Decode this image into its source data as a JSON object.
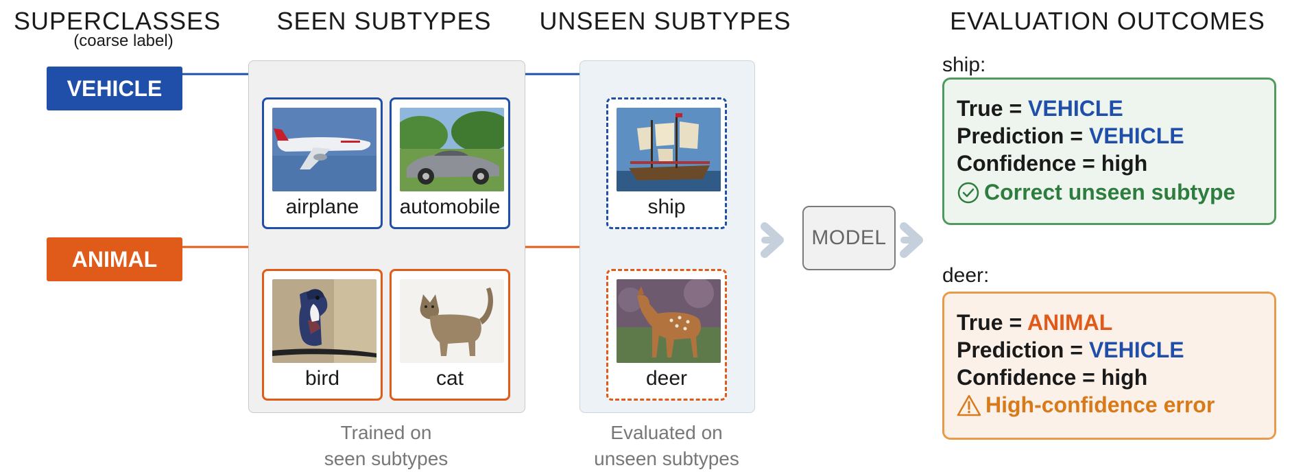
{
  "headers": {
    "superclasses": "SUPERCLASSES",
    "superclasses_sub": "(coarse label)",
    "seen": "SEEN SUBTYPES",
    "unseen": "UNSEEN SUBTYPES",
    "outcomes": "EVALUATION OUTCOMES"
  },
  "superclasses": [
    {
      "label": "VEHICLE",
      "color": "#1f4fa8"
    },
    {
      "label": "ANIMAL",
      "color": "#e05a1a"
    }
  ],
  "seen_subtypes": [
    {
      "label": "airplane",
      "image": "airplane-photo",
      "class": "VEHICLE"
    },
    {
      "label": "automobile",
      "image": "car-photo",
      "class": "VEHICLE"
    },
    {
      "label": "bird",
      "image": "bird-photo",
      "class": "ANIMAL"
    },
    {
      "label": "cat",
      "image": "cat-photo",
      "class": "ANIMAL"
    }
  ],
  "unseen_subtypes": [
    {
      "label": "ship",
      "image": "ship-photo",
      "class": "VEHICLE"
    },
    {
      "label": "deer",
      "image": "deer-photo",
      "class": "ANIMAL"
    }
  ],
  "captions": {
    "seen": [
      "Trained on",
      "seen subtypes"
    ],
    "unseen": [
      "Evaluated on",
      "unseen subtypes"
    ]
  },
  "model": {
    "label": "MODEL"
  },
  "outcomes": [
    {
      "title": "ship:",
      "true_prefix": "True = ",
      "true_value": "VEHICLE",
      "true_color": "#1f4fa8",
      "pred_prefix": "Prediction = ",
      "pred_value": "VEHICLE",
      "pred_color": "#1f4fa8",
      "confidence": "Confidence = high",
      "result": "Correct unseen subtype",
      "result_icon": "check-circle-icon",
      "result_color": "#2e7d3f",
      "bg": "#eef5ee",
      "border": "#4f9a5c"
    },
    {
      "title": "deer:",
      "true_prefix": "True = ",
      "true_value": "ANIMAL",
      "true_color": "#e05a1a",
      "pred_prefix": "Prediction = ",
      "pred_value": "VEHICLE",
      "pred_color": "#1f4fa8",
      "confidence": "Confidence = high",
      "result": "High-confidence error",
      "result_icon": "warning-triangle-icon",
      "result_color": "#d87a1a",
      "bg": "#fcf1e8",
      "border": "#e89a4a"
    }
  ]
}
